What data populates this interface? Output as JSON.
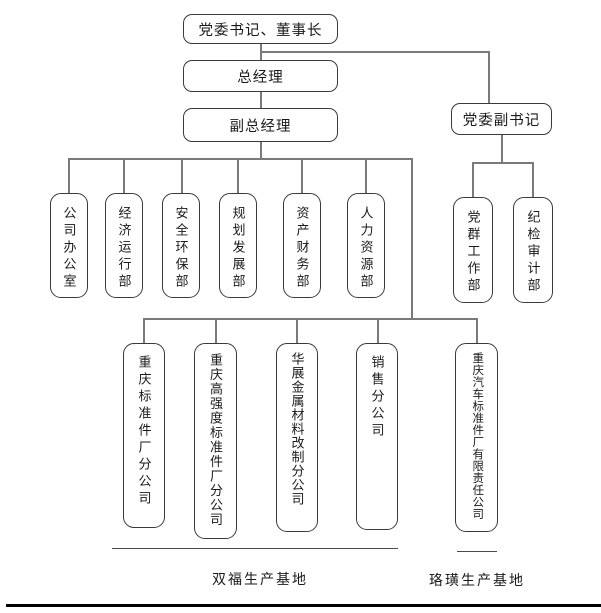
{
  "diagram": {
    "type": "org-chart",
    "executives": {
      "chairman": "党委书记、董事长",
      "general_manager": "总经理",
      "deputy_general_manager": "副总经理",
      "deputy_party_secretary": "党委副书记"
    },
    "departments": [
      "公司办公室",
      "经济运行部",
      "安全环保部",
      "规划发展部",
      "资产财务部",
      "人力资源部"
    ],
    "party_departments": [
      "党群工作部",
      "纪检审计部"
    ],
    "branches": [
      "重庆标准件厂分公司",
      "重庆高强度标准件厂分公司",
      "华展金属材料改制分公司",
      "销售分公司",
      "重庆汽车标准件厂有限责任公司"
    ],
    "bases": [
      "双福生产基地",
      "珞璜生产基地"
    ],
    "colors": {
      "connector": "#7a7a7a",
      "box_border": "#3a3a3a",
      "text": "#1a1a1a",
      "bottom_rule": "#000000"
    }
  }
}
